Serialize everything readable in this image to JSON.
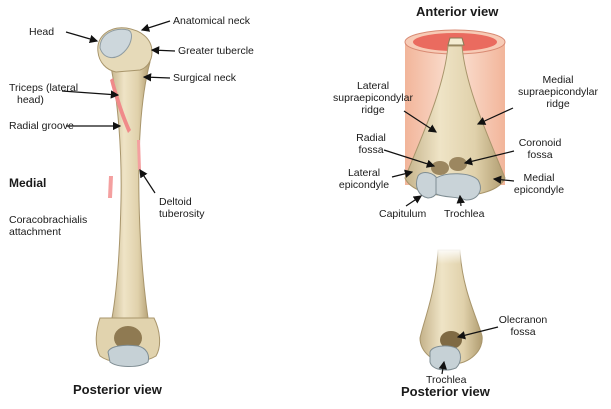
{
  "left_panel": {
    "labels": {
      "head": "Head",
      "anatomical_neck": "Anatomical neck",
      "greater_tubercle": "Greater tubercle",
      "surgical_neck": "Surgical neck",
      "triceps_lateral_head": [
        "Triceps (lateral",
        "head)"
      ],
      "radial_groove": "Radial groove",
      "medial": "Medial",
      "deltoid_tuberosity": [
        "Deltoid",
        "tuberosity"
      ],
      "coracobrachialis_attachment": [
        "Coracobrachialis",
        "attachment"
      ]
    },
    "view_title": "Posterior view"
  },
  "right_panel": {
    "top_title": "Anterior view",
    "labels": {
      "lateral_supraepicondylar_ridge": [
        "Lateral",
        "supraepicondylar",
        "ridge"
      ],
      "medial_supraepicondylar_ridge": [
        "Medial",
        "supraepicondylar",
        "ridge"
      ],
      "radial_fossa": [
        "Radial",
        "fossa"
      ],
      "coronoid_fossa": [
        "Coronoid",
        "fossa"
      ],
      "lateral_epicondyle": [
        "Lateral",
        "epicondyle"
      ],
      "medial_epicondyle": [
        "Medial",
        "epicondyle"
      ],
      "capitulum": "Capitulum",
      "trochlea_anterior": "Trochlea",
      "olecranon_fossa": [
        "Olecranon",
        "fossa"
      ],
      "trochlea_posterior": "Trochlea"
    },
    "bottom_title": "Posterior view"
  },
  "colors": {
    "bone": "#e3d6b4",
    "bone_shadow": "#b7a57c",
    "cartilage": "#c9d3d8",
    "muscle_attachment": "#f08a8a",
    "soft_tissue": "#f3c1a9",
    "arrow": "#111111"
  }
}
